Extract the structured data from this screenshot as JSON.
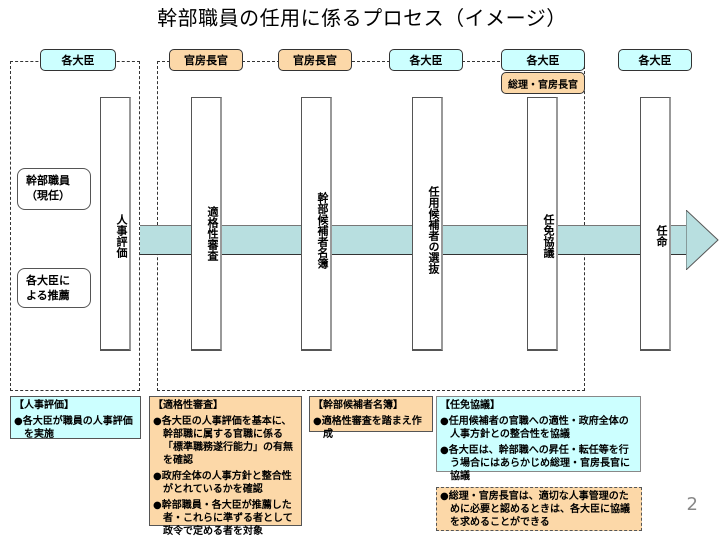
{
  "title": "幹部職員の任用に係るプロセス（イメージ）",
  "actors": [
    {
      "label": "各大臣",
      "color": "#ccffff"
    },
    {
      "label": "官房長官",
      "color": "#fcd8a8"
    },
    {
      "label": "官房長官",
      "color": "#fcd8a8"
    },
    {
      "label": "各大臣",
      "color": "#ccffff"
    },
    {
      "label": "各大臣",
      "color": "#ccffff"
    },
    {
      "label": "各大臣",
      "color": "#ccffff"
    }
  ],
  "sub_actor": {
    "label": "総理・官房長官",
    "color": "#fcd8a8"
  },
  "sources": [
    {
      "label_line1": "幹部職員",
      "label_line2": "（現任）"
    },
    {
      "label_line1": "各大臣に",
      "label_line2": "よる推薦"
    }
  ],
  "steps": [
    {
      "label": "人事評価"
    },
    {
      "label": "適格性審査"
    },
    {
      "label": "幹部候補者名簿"
    },
    {
      "label": "任用候補者の選抜"
    },
    {
      "label": "任免協議"
    },
    {
      "label": "任命"
    }
  ],
  "notes": {
    "evaluation": {
      "heading": "【人事評価】",
      "items": [
        "●各大臣が職員の人事評価を実施"
      ]
    },
    "screening": {
      "heading": "【適格性審査】",
      "items": [
        "●各大臣の人事評価を基本に、幹部職に属する官職に係る「標準職務遂行能力」の有無を確認",
        "●政府全体の人事方針と整合性がとれているかを確認",
        "●幹部職員・各大臣が推薦した者・これらに準ずる者として政令で定める者を対象"
      ]
    },
    "roster": {
      "heading": "【幹部候補者名簿】",
      "items": [
        "●適格性審査を踏まえ作成"
      ]
    },
    "consultation": {
      "heading": "【任免協議】",
      "items": [
        "●任用候補者の官職への適性・政府全体の人事方針との整合性を協議",
        "●各大臣は、幹部職への昇任・転任等を行う場合にはあらかじめ総理・官房長官に協議"
      ]
    },
    "pm_note": {
      "items": [
        "●総理・官房長官は、適切な人事管理のために必要と認めるときは、各大臣に協議を求めることができる"
      ]
    }
  },
  "page_number": "2",
  "colors": {
    "cyan": "#ccffff",
    "peach": "#fcd8a8",
    "band": "#b8dfe0"
  }
}
